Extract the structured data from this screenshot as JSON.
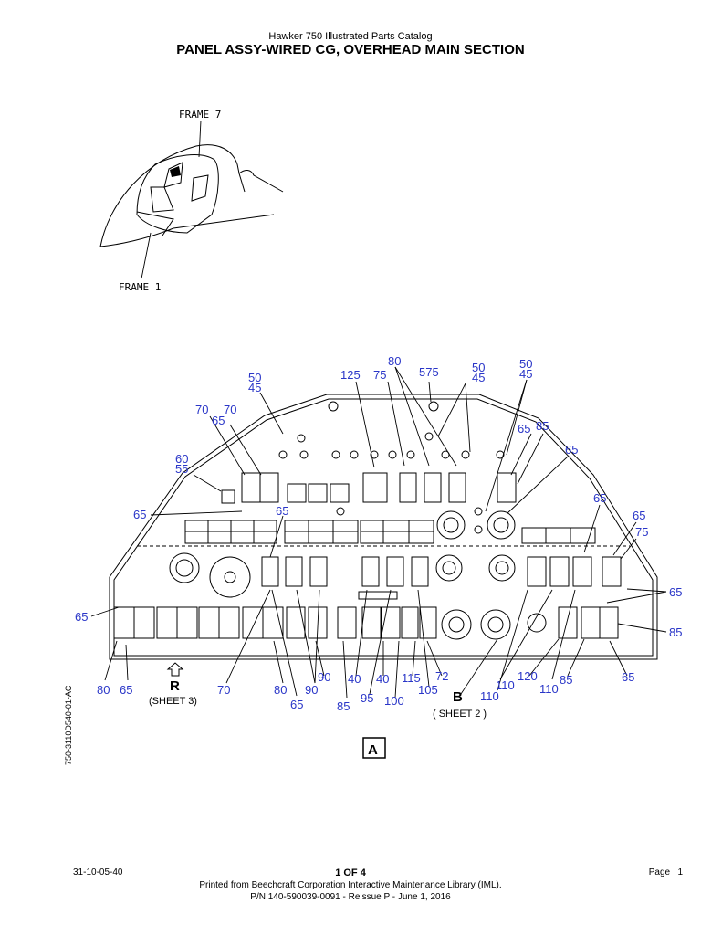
{
  "header": {
    "catalog": "Hawker 750 Illustrated Parts Catalog",
    "title": "PANEL ASSY-WIRED CG, OVERHEAD MAIN SECTION"
  },
  "figure": {
    "frame_top": "FRAME 7",
    "frame_bottom": "FRAME 1",
    "view_label": "A",
    "ref_r": "R",
    "ref_r_sheet": "(SHEET 3)",
    "ref_b": "B",
    "ref_b_sheet": "( SHEET 2 )",
    "drawing_id": "750-3110D540-01-AC",
    "callouts": {
      "c80_top": "80",
      "c125": "125",
      "c75_top": "75",
      "c575": "575",
      "c50_l": "50",
      "c45_l": "45",
      "c50_m": "50",
      "c45_m": "45",
      "c50_r": "50",
      "c45_r": "45",
      "c70_a": "70",
      "c70_b": "70",
      "c65_a": "65",
      "c60": "60",
      "c55": "55",
      "c65_left": "65",
      "c65_mid": "65",
      "c65_r1": "65",
      "c85_r1": "85",
      "c65_r2": "65",
      "c65_r3": "65",
      "c65_r4": "65",
      "c75_r": "75",
      "c65_r5": "65",
      "c85_r2": "85",
      "c65_l2": "65",
      "b80": "80",
      "b65a": "65",
      "b70": "70",
      "b80b": "80",
      "b65b": "65",
      "b90a": "90",
      "b90b": "90",
      "b85": "85",
      "b40a": "40",
      "b95": "95",
      "b40b": "40",
      "b100": "100",
      "b115": "115",
      "b105": "105",
      "b72": "72",
      "b110a": "110",
      "b110b": "110",
      "b120": "120",
      "b110c": "110",
      "b85b": "85",
      "b65c": "65"
    }
  },
  "footer": {
    "doc_ref": "31-10-05-40",
    "sheet_of": "1 OF 4",
    "page_label": "Page",
    "page_number": "1",
    "printed_from": "Printed from Beechcraft Corporation Interactive Maintenance Library (IML).",
    "part_number": "P/N 140-590039-0091 - Reissue P - June 1, 2016"
  }
}
